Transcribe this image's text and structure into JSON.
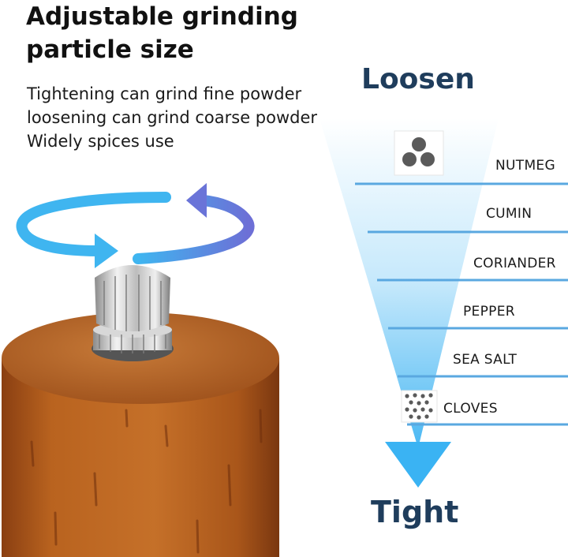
{
  "headline": {
    "line1": "Adjustable grinding",
    "line2": "particle size"
  },
  "description": {
    "line1": "Tightening can grind fine powder",
    "line2": "loosening can grind coarse powder",
    "line3": "Widely spices use"
  },
  "scale": {
    "top_label": "Loosen",
    "bottom_label": "Tight",
    "spices": [
      "NUTMEG",
      "CUMIN",
      "CORIANDER",
      "PEPPER",
      "SEA SALT",
      "CLOVES"
    ]
  },
  "colors": {
    "arrow_blue": "#42b3f0",
    "arrow_purple": "#6b73d8",
    "wood": "#b5601f",
    "heading_navy": "#1f3d5c",
    "line_blue": "#5aa8e0"
  },
  "icons": [
    "rotate-arrows-icon",
    "coarse-particles-icon",
    "fine-particles-icon",
    "down-arrow-icon"
  ]
}
